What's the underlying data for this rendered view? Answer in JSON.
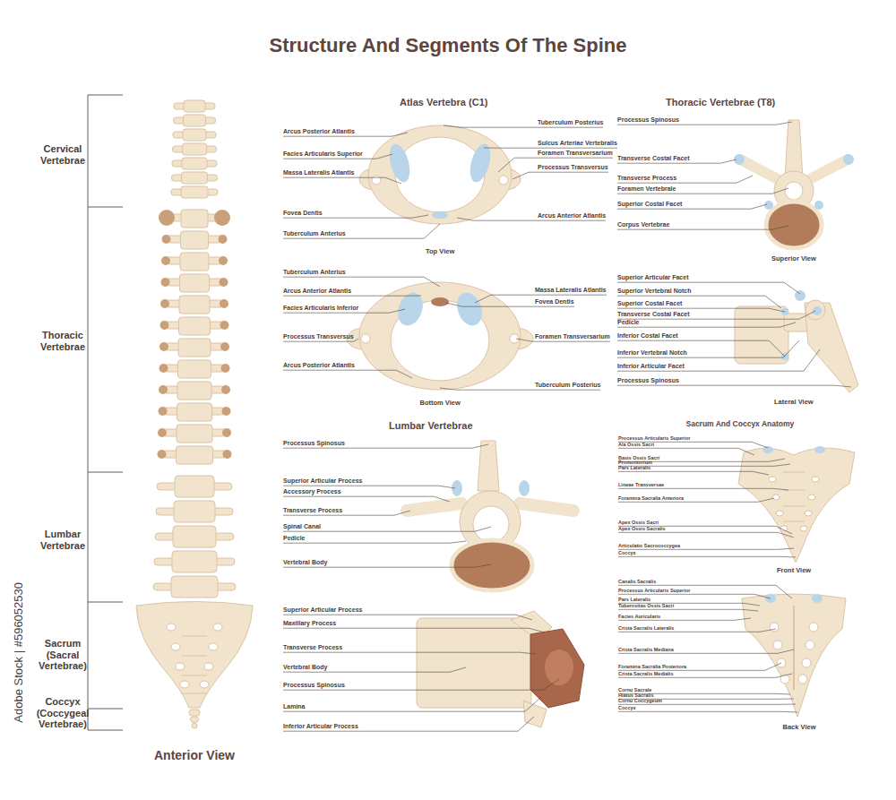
{
  "diagram": {
    "title": "Structure And Segments Of The Spine",
    "labels": [
      "Cervical Vertebrae",
      "Thoracic Vertebrae",
      "Lumbar Vertebrae",
      "Sacrum (Sacral Vertebrae)",
      "Coccyx (Coccygeal Vertebrae)",
      "Anterior View",
      "Atlas Vertebra (C1)",
      "Arcus Posterior Atlantis",
      "Facies Articularis Superior",
      "Massa Lateralis Atlantis",
      "Fovea Dentis",
      "Tuberculum Anterius",
      "Tuberculum Posterius",
      "Sulcus Arteriae Vertebralis",
      "Foramen Transversarium",
      "Processus Transversus",
      "Arcus Anterior Atlantis",
      "Top View",
      "Tuberculum Anterius",
      "Arcus Anterior Atlantis",
      "Facies Articularis Inferior",
      "Processus Transversus",
      "Arcus Posterior Atlantis",
      "Massa Lateralis Atlantis",
      "Fovea Dentis",
      "Foramen Transversarium",
      "Tuberculum Posterius",
      "Bottom View",
      "Thoracic Vertebrae (T8)",
      "Processus Spinosus",
      "Transverse Costal Facet",
      "Transverse Process",
      "Foramen Vertebrale",
      "Superior Costal Facet",
      "Corpus Vertebrae",
      "Superior View",
      "Superior Articular Facet",
      "Superior Vertebral Notch",
      "Superior Costal Facet",
      "Transverse Costal Facet",
      "Pedicle",
      "Inferior Costal Facet",
      "Inferior Vertebral Notch",
      "Inferior Articular Facet",
      "Processus Spinosus",
      "Lateral View",
      "Lumbar Vertebrae",
      "Processus Spinosus",
      "Superior Articular Process",
      "Accessory Process",
      "Transverse Process",
      "Spinal Canal",
      "Pedicle",
      "Vertebral Body",
      "Superior Articular Process",
      "Maxillary Process",
      "Transverse Process",
      "Vertebral Body",
      "Processus Spinosus",
      "Lamina",
      "Inferior Articular Process",
      "Sacrum And Coccyx Anatomy",
      "Processus Articularis Superior",
      "Ala Ossis Sacri",
      "Basis Ossis Sacri",
      "Promontorium",
      "Pars Lateralis",
      "Lineae Transversae",
      "Foramina Sacralia Anteriora",
      "Apex Ossis Sacri",
      "Apex Ossis Sacralis",
      "Articulatio Sacrococcygea",
      "Coccyx",
      "Front View",
      "Canalis Sacralis",
      "Processus Articularis Superior",
      "Pars Lateralis",
      "Tuberositas Ossis Sacri",
      "Facies Auricularis",
      "Crista Sacralis Lateralis",
      "Crista Sacralis Mediana",
      "Foramina Sacralia Posteriora",
      "Crista Sacralis Medialis",
      "Cornu Sacrale",
      "Hiatus Sacralis",
      "Cornu Coccygeum",
      "Coccyx",
      "Back View",
      "Adobe Stock | #596052530"
    ]
  }
}
